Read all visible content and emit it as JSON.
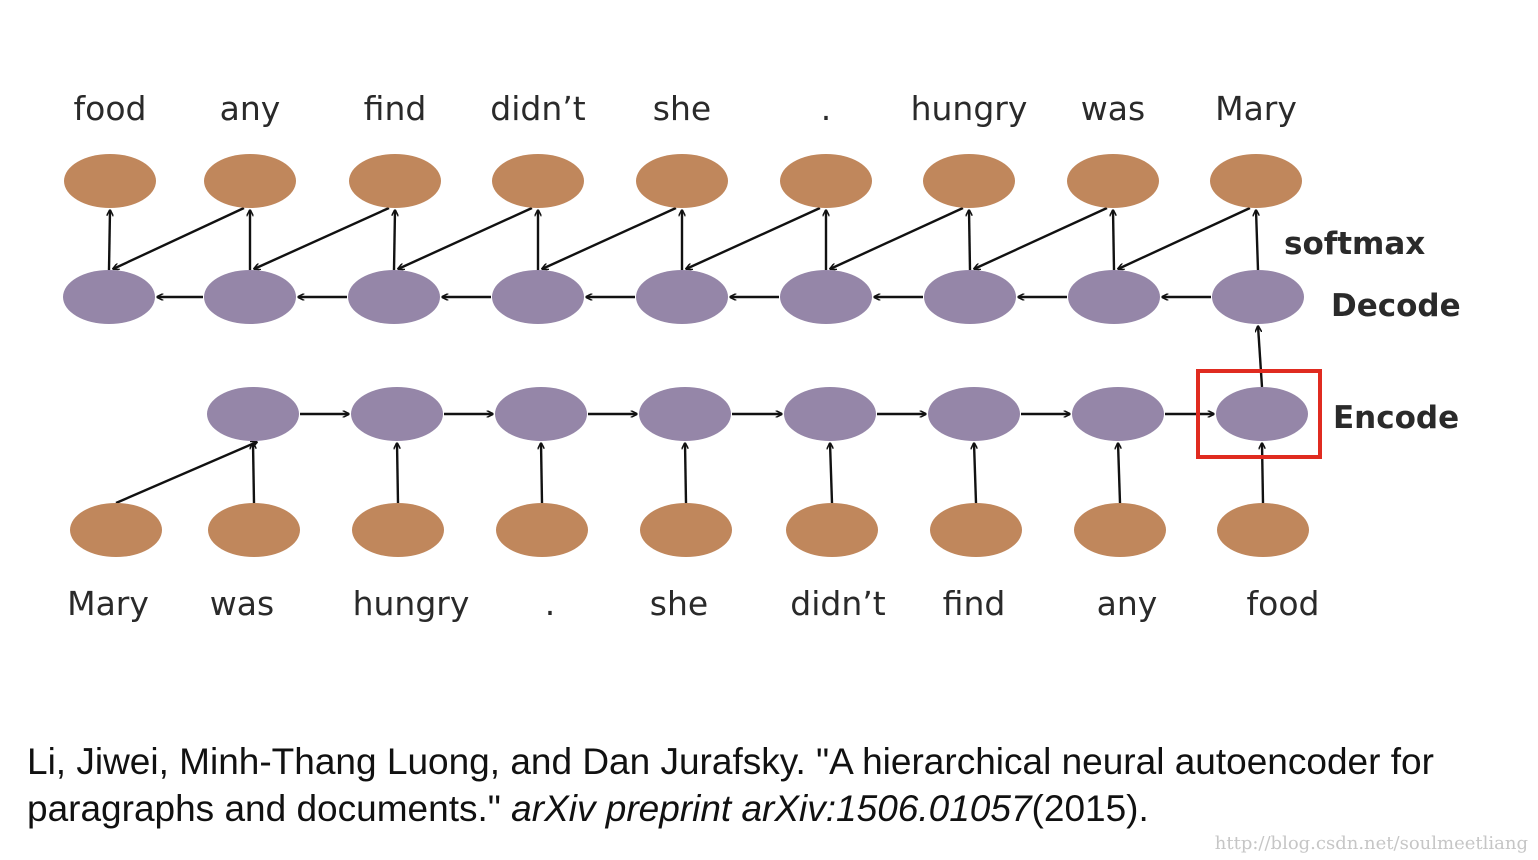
{
  "diagram": {
    "output_words": [
      "food",
      "any",
      "find",
      "didn’t",
      "she",
      ".",
      "hungry",
      "was",
      "Mary"
    ],
    "input_words": [
      "Mary",
      "was",
      "hungry",
      ".",
      "she",
      "didn’t",
      "find",
      "any",
      "food"
    ],
    "labels": {
      "softmax": "softmax",
      "decode": "Decode",
      "encode": "Encode"
    },
    "colors": {
      "word_node": "#c0875c",
      "hidden_node": "#9586a8",
      "arrow": "#111111",
      "highlight_box": "#e02b20"
    },
    "highlighted_node": "final encoder state"
  },
  "citation": {
    "authors_title": "Li, Jiwei, Minh-Thang Luong, and Dan Jurafsky. \"A hierarchical neural autoencoder for paragraphs and documents.\" ",
    "venue": "arXiv preprint arXiv:1506.01057",
    "year": "(2015)."
  },
  "watermark": "http://blog.csdn.net/soulmeetliang"
}
